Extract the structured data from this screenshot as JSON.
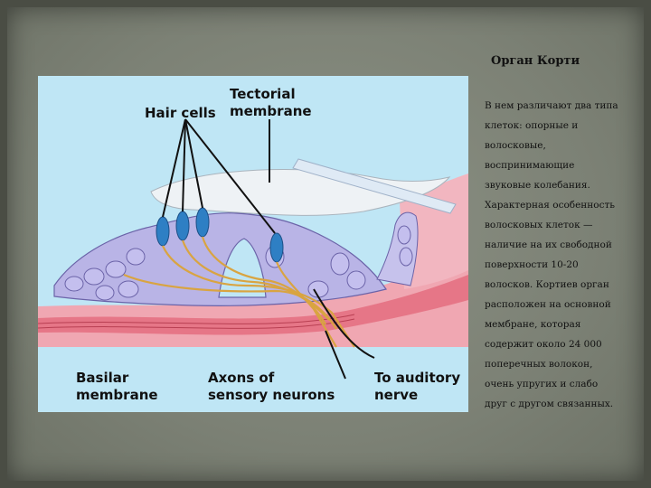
{
  "slide": {
    "title": "Орган Корти",
    "text": "В нем различают два типа клеток: опорные и волосковые, воспринимающие звуковые колебания. Характерная особенность волосковых клеток — наличие на их свободной поверхности 10-20 волосков. Кортиев орган расположен на основной мембране, которая содержит около 24 000 поперечных волокон, очень упругих и слабо друг с другом связанных."
  },
  "figure": {
    "labels": {
      "hair_cells": "Hair cells",
      "tectorial_line1": "Tectorial",
      "tectorial_line2": "membrane",
      "basilar_line1": "Basilar",
      "basilar_line2": "membrane",
      "axons_line1": "Axons of",
      "axons_line2": "sensory neurons",
      "auditory_line1": "To auditory",
      "auditory_line2": "nerve"
    },
    "colors": {
      "background": "#bfe6f5",
      "cells": "#b9b4e6",
      "cell_outline": "#6b63a8",
      "hair_cells": "#2e7fc4",
      "tectorial": "#eef2f5",
      "basilar": "#e46a7c",
      "nerve": "#d9a441"
    }
  }
}
